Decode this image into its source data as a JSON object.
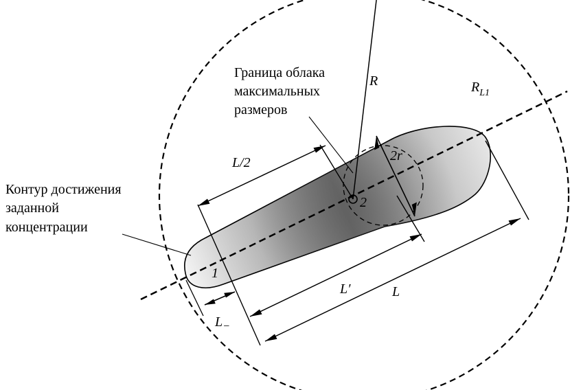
{
  "labels": {
    "cloud_boundary_line1": "Граница облака",
    "cloud_boundary_line2": "максимальных",
    "cloud_boundary_line3": "размеров",
    "contour_line1": "Контур достижения",
    "contour_line2": "заданной",
    "contour_line3": "концентрации",
    "R": "R",
    "R_L1_main": "R",
    "R_L1_sub": "L1",
    "half_L": "L/2",
    "two_r": "2r",
    "point_1": "1",
    "point_2": "2",
    "L_prime": "L′",
    "L": "L",
    "L_minus_main": "L",
    "L_minus_sub": "−"
  },
  "colors": {
    "line": "#000000",
    "cloud_dark": "#6a6a6a",
    "cloud_light": "#f2f2f2"
  }
}
